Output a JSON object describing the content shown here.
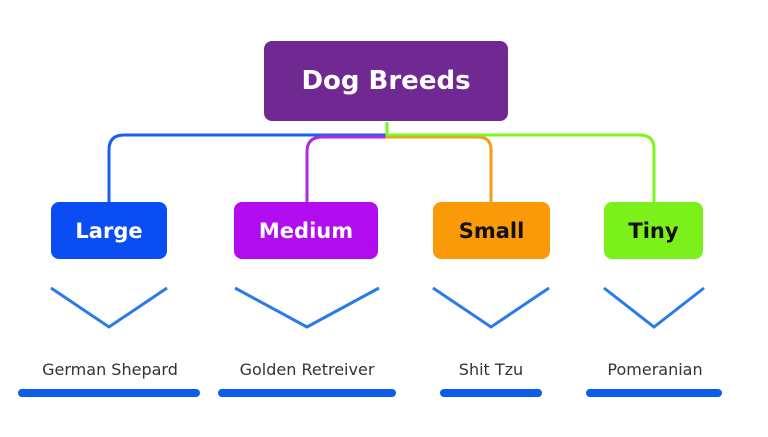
{
  "colors": {
    "root_fill": "#702993",
    "root_text": "#ffffff",
    "connector_blue": "#1a5ef2",
    "connector_purple": "#b02be0",
    "connector_orange": "#f59b1a",
    "connector_green": "#7ef51e",
    "chevron": "#2a7be8",
    "underline": "#0c5de8"
  },
  "root": {
    "label": "Dog Breeds"
  },
  "categories": [
    {
      "label": "Large",
      "fill": "#0a4df2",
      "text_color": "#ffffff",
      "line_color": "#1a5ef2",
      "example": "German Shepard"
    },
    {
      "label": "Medium",
      "fill": "#b10cf0",
      "text_color": "#ffffff",
      "line_color": "#b02be0",
      "example": "Golden Retreiver"
    },
    {
      "label": "Small",
      "fill": "#fa9a08",
      "text_color": "#111111",
      "line_color": "#f59b1a",
      "example": "Shit Tzu"
    },
    {
      "label": "Tiny",
      "fill": "#7cf01a",
      "text_color": "#111111",
      "line_color": "#7ef51e",
      "example": "Pomeranian"
    }
  ]
}
